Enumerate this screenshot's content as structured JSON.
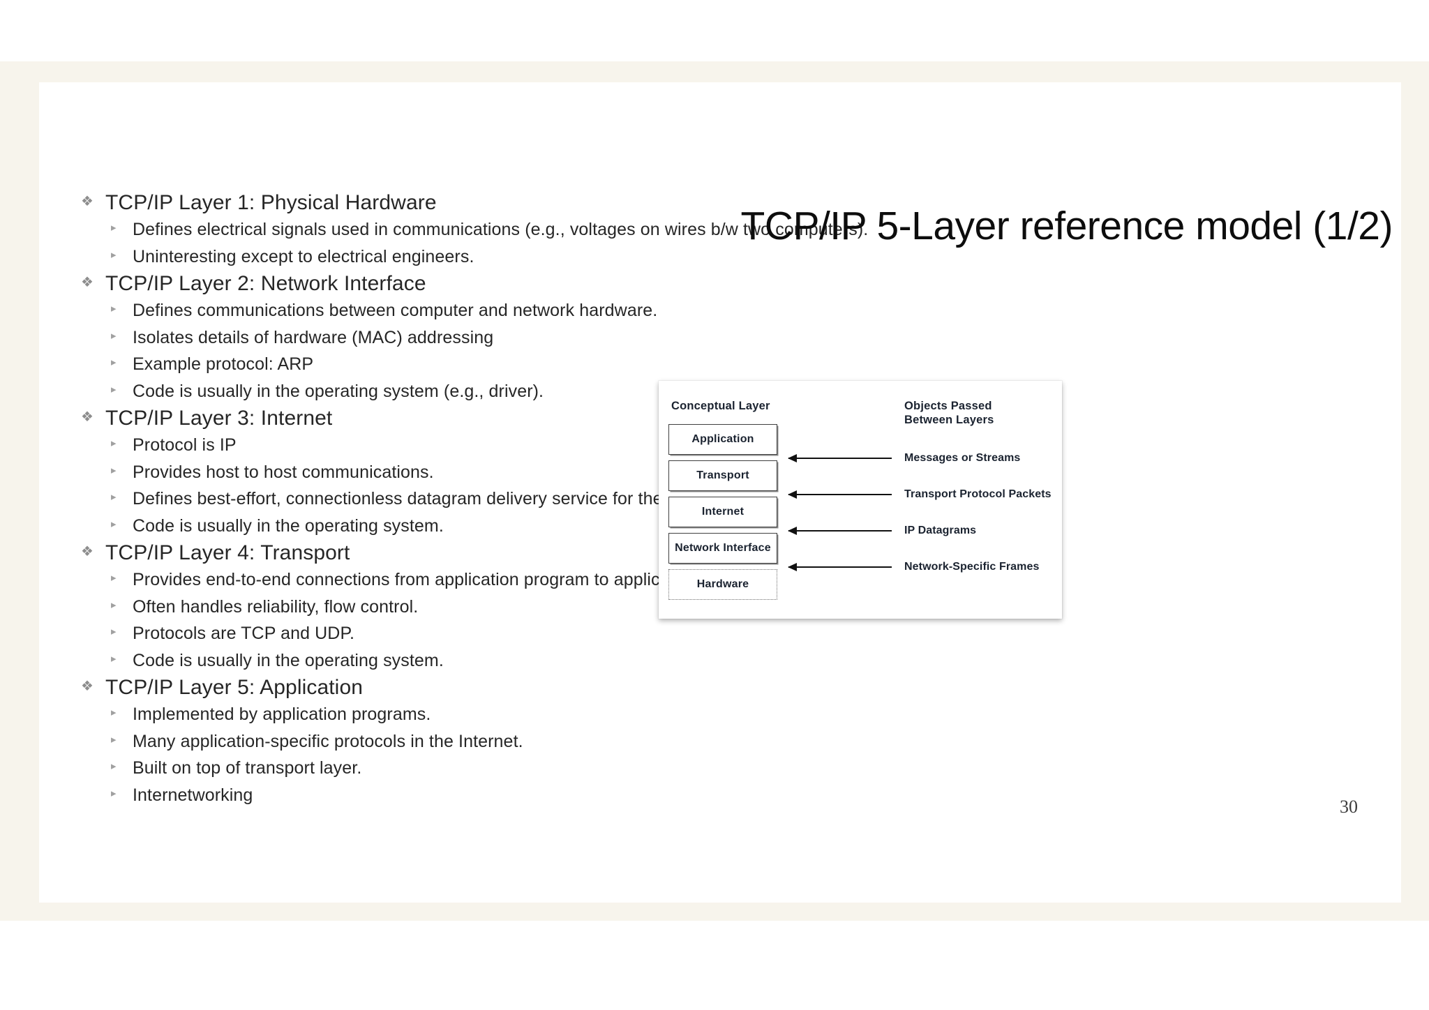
{
  "slide": {
    "title": "TCP/IP 5-Layer reference model (1/2)",
    "page_number": "30",
    "bullet_glyph_level1": "❖",
    "bullet_glyph_level2": "▸",
    "outline": [
      {
        "level": 1,
        "text": "TCP/IP Layer 1: Physical Hardware"
      },
      {
        "level": 2,
        "text": "Defines electrical signals used in communications (e.g., voltages on wires b/w two computers)."
      },
      {
        "level": 2,
        "text": "Uninteresting except to electrical engineers."
      },
      {
        "level": 1,
        "text": "TCP/IP Layer 2: Network Interface"
      },
      {
        "level": 2,
        "text": "Defines communications between computer and network hardware."
      },
      {
        "level": 2,
        "text": "Isolates details of hardware (MAC) addressing"
      },
      {
        "level": 2,
        "text": "Example protocol: ARP"
      },
      {
        "level": 2,
        "text": "Code is usually in the operating system (e.g., driver)."
      },
      {
        "level": 1,
        "text": "TCP/IP Layer 3: Internet"
      },
      {
        "level": 2,
        "text": "Protocol is IP"
      },
      {
        "level": 2,
        "text": "Provides host to host communications."
      },
      {
        "level": 2,
        "text": "Defines best-effort, connectionless datagram delivery service for the Internet"
      },
      {
        "level": 2,
        "text": "Code is usually in the operating system."
      },
      {
        "level": 1,
        "text": "TCP/IP Layer 4: Transport"
      },
      {
        "level": 2,
        "text": "Provides end-to-end connections from application program to application program"
      },
      {
        "level": 2,
        "text": "Often handles reliability, flow control."
      },
      {
        "level": 2,
        "text": "Protocols are TCP and UDP."
      },
      {
        "level": 2,
        "text": "Code is usually in the operating system."
      },
      {
        "level": 1,
        "text": "TCP/IP Layer 5: Application"
      },
      {
        "level": 2,
        "text": "Implemented by application programs."
      },
      {
        "level": 2,
        "text": "Many application-specific protocols in the Internet."
      },
      {
        "level": 2,
        "text": "Built on top of transport layer."
      },
      {
        "level": 2,
        "text": "Internetworking"
      }
    ]
  },
  "diagram": {
    "heading_left": "Conceptual Layer",
    "heading_right_line1": "Objects Passed",
    "heading_right_line2": "Between Layers",
    "layers": [
      {
        "name": "Application",
        "dotted": false
      },
      {
        "name": "Transport",
        "dotted": false
      },
      {
        "name": "Internet",
        "dotted": false
      },
      {
        "name": "Network Interface",
        "dotted": false
      },
      {
        "name": "Hardware",
        "dotted": true
      }
    ],
    "objects_passed": [
      "Messages or Streams",
      "Transport Protocol Packets",
      "IP Datagrams",
      "Network-Specific Frames"
    ]
  },
  "colors": {
    "slide_background": "#ffffff",
    "page_background": "#f7f4ec",
    "body_text": "#262626",
    "title_text": "#0d0d0d",
    "bullet_level1": "#8d8d8d",
    "bullet_level2": "#a0a0a0",
    "diagram_text": "#1b2330",
    "diagram_border": "#3f3f3f",
    "logo_yellow": "#f5c400",
    "logo_blue": "#1a3a8f"
  }
}
